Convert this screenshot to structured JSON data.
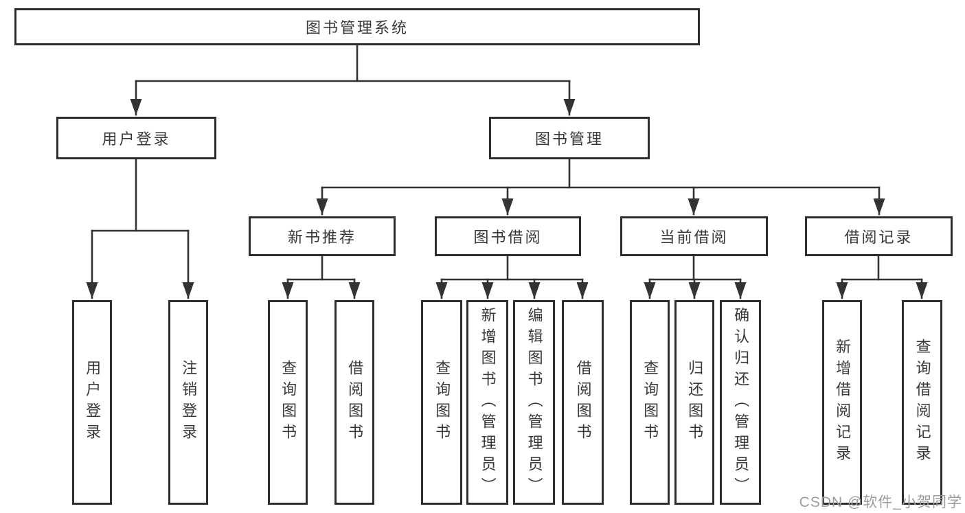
{
  "tree": {
    "label": "图书管理系统",
    "children": [
      {
        "label": "用户登录",
        "children": [
          {
            "label": "用户登录"
          },
          {
            "label": "注销登录"
          }
        ]
      },
      {
        "label": "图书管理",
        "children": [
          {
            "label": "新书推荐",
            "children": [
              {
                "label": "查询图书"
              },
              {
                "label": "借阅图书"
              }
            ]
          },
          {
            "label": "图书借阅",
            "children": [
              {
                "label": "查询图书"
              },
              {
                "label": "新增图书（管理员）"
              },
              {
                "label": "编辑图书（管理员）"
              },
              {
                "label": "借阅图书"
              }
            ]
          },
          {
            "label": "当前借阅",
            "children": [
              {
                "label": "查询图书"
              },
              {
                "label": "归还图书"
              },
              {
                "label": "确认归还（管理员）"
              }
            ]
          },
          {
            "label": "借阅记录",
            "children": [
              {
                "label": "新增借阅记录"
              },
              {
                "label": "查询借阅记录"
              }
            ]
          }
        ]
      }
    ]
  },
  "watermark": {
    "text": "CSDN @软件_小贺同学"
  },
  "colors": {
    "line": "#333333",
    "box_border": "#2e2e2e",
    "text": "#383838",
    "watermark": "#9c9c9c",
    "background": "#ffffff"
  }
}
